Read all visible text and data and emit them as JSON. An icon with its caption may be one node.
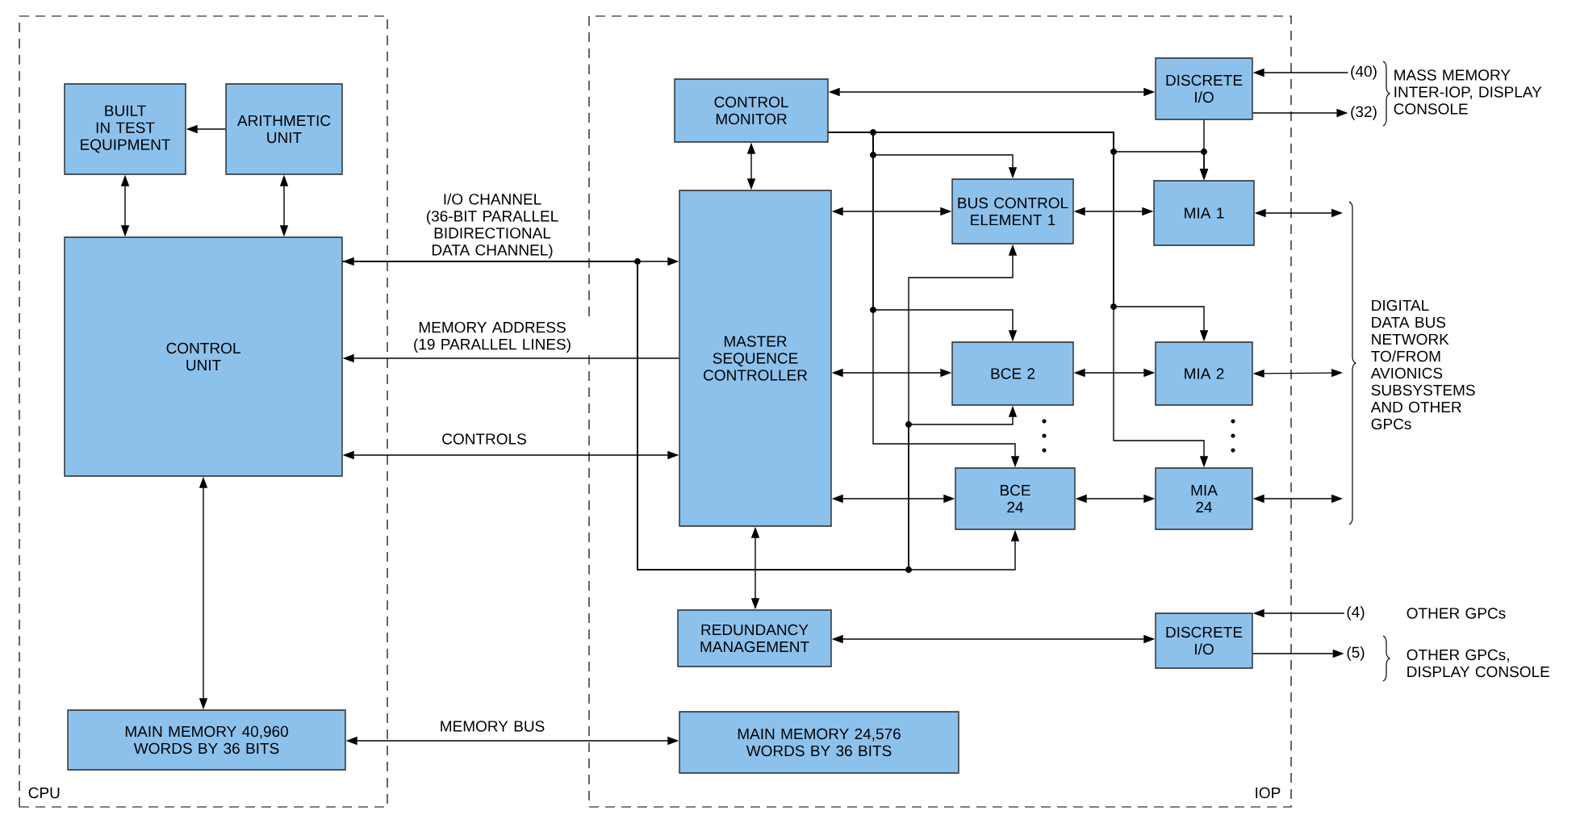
{
  "diagram": {
    "nodes": [
      {
        "text": [
          "CPU"
        ]
      },
      {
        "text": [
          "IOP"
        ]
      },
      {
        "text": [
          "BUILT IN TEST EQUIPMENT"
        ],
        "in": 0
      },
      {
        "text": [
          "ARITHMETIC UNIT"
        ],
        "in": 0
      },
      {
        "text": [
          "CONTROL UNIT"
        ],
        "in": 0
      },
      {
        "text": [
          "MAIN MEMORY 40,960 WORDS BY 36 BITS"
        ],
        "in": 0
      },
      {
        "text": [
          "CONTROL MONITOR"
        ],
        "in": 1
      },
      {
        "text": [
          "DISCRETE I/O"
        ],
        "in": 1
      },
      {
        "text": [
          "MASTER SEQUENCE CONTROLLER"
        ],
        "in": 1
      },
      {
        "text": [
          "BUS CONTROL ELEMENT 1"
        ],
        "in": 1
      },
      {
        "text": [
          "MIA 1"
        ],
        "in": 1
      },
      {
        "text": [
          "BCE 2"
        ],
        "in": 1
      },
      {
        "text": [
          "MIA 2"
        ],
        "in": 1
      },
      {
        "text": [
          "BCE 24"
        ],
        "in": 1
      },
      {
        "text": [
          "MIA 24"
        ],
        "in": 1
      },
      {
        "text": [
          "REDUNDANCY MANAGEMENT"
        ],
        "in": 1
      },
      {
        "text": [
          "DISCRETE I/O"
        ],
        "in": 1
      },
      {
        "text": [
          "MAIN MEMORY 24,576 WORDS BY 36 BITS"
        ],
        "in": 1
      },
      {
        "text": [
          "(40)"
        ]
      },
      {
        "text": [
          "(32)"
        ]
      },
      {
        "text": [
          "(4)"
        ]
      },
      {
        "text": [
          "(5)"
        ]
      }
    ],
    "edges": [
      {
        "from": 3,
        "to": 2,
        "arrow": "to"
      },
      {
        "from": 2,
        "to": 4,
        "arrow": "both"
      },
      {
        "from": 3,
        "to": 4,
        "arrow": "both"
      },
      {
        "from": 4,
        "to": 5,
        "arrow": "both"
      },
      {
        "from": 8,
        "to": 4,
        "arrow": "both",
        "label": "I/O CHANNEL (36-BIT PARALLEL BIDIRECTIONAL DATA CHANNEL)"
      },
      {
        "from": 8,
        "to": 4,
        "arrow": "to",
        "label": "MEMORY ADDRESS (19 PARALLEL LINES)"
      },
      {
        "from": 8,
        "to": 4,
        "arrow": "both",
        "label": "CONTROLS"
      },
      {
        "from": 4,
        "to": 9,
        "arrow": "to"
      },
      {
        "from": 4,
        "to": 11,
        "arrow": "to"
      },
      {
        "from": 4,
        "to": 13,
        "arrow": "to"
      },
      {
        "from": 6,
        "to": 8,
        "arrow": "both"
      },
      {
        "from": 8,
        "to": 15,
        "arrow": "both"
      },
      {
        "from": 6,
        "to": 7,
        "arrow": "both"
      },
      {
        "from": 8,
        "to": 9,
        "arrow": "both"
      },
      {
        "from": 8,
        "to": 11,
        "arrow": "both"
      },
      {
        "from": 8,
        "to": 13,
        "arrow": "both"
      },
      {
        "from": 9,
        "to": 10,
        "arrow": "both"
      },
      {
        "from": 11,
        "to": 12,
        "arrow": "both"
      },
      {
        "from": 13,
        "to": 14,
        "arrow": "both"
      },
      {
        "from": 15,
        "to": 16,
        "arrow": "both"
      },
      {
        "from": 5,
        "to": 17,
        "arrow": "both",
        "label": "MEMORY BUS"
      },
      {
        "from": 6,
        "to": 9,
        "arrow": "to"
      },
      {
        "from": 6,
        "to": 11,
        "arrow": "to"
      },
      {
        "from": 6,
        "to": 13,
        "arrow": "to"
      },
      {
        "from": 6,
        "to": 10,
        "arrow": "to"
      },
      {
        "from": 6,
        "to": 12,
        "arrow": "to"
      },
      {
        "from": 6,
        "to": 14,
        "arrow": "to"
      },
      {
        "from": 7,
        "to": 10,
        "arrow": "to"
      },
      {
        "from": 18,
        "to": 7,
        "arrow": "to"
      },
      {
        "from": 7,
        "to": 19,
        "arrow": "to"
      },
      {
        "from": 20,
        "to": 16,
        "arrow": "to"
      },
      {
        "from": 16,
        "to": 21,
        "arrow": "to"
      },
      {
        "from": 10,
        "to": null,
        "arrow": "both"
      },
      {
        "from": 12,
        "to": null,
        "arrow": "both"
      },
      {
        "from": 14,
        "to": null,
        "arrow": "both"
      }
    ],
    "labels": [
      "MASS MEMORY INTER-IOP, DISPLAY CONSOLE",
      "DIGITAL DATA BUS NETWORK TO/FROM AVIONICS SUBSYSTEMS AND OTHER GPCs",
      "OTHER GPCs",
      "OTHER GPCs, DISPLAY CONSOLE"
    ]
  }
}
